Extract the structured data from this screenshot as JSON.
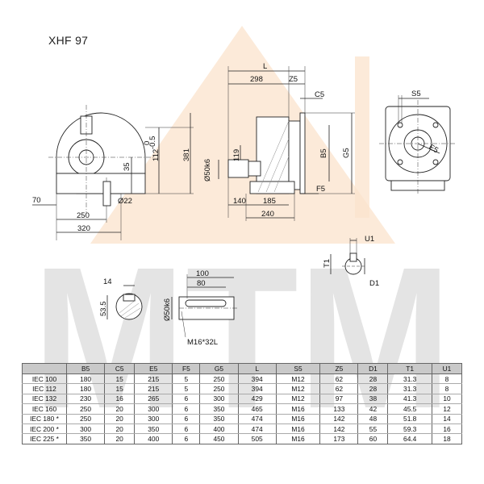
{
  "title": "XHF 97",
  "watermark": {
    "main_text": "MTM",
    "color_triangle": "#f7c99a",
    "color_letters": "#d6d6d6"
  },
  "front_view": {
    "dims": {
      "d70": "70",
      "d250": "250",
      "d320": "320",
      "d22": "Ø22",
      "d35": "35",
      "d112": "112",
      "tol_upper": "0",
      "tol_lower": "-0.5",
      "d381": "381"
    }
  },
  "side_view": {
    "dims": {
      "L": "L",
      "d298": "298",
      "Z5": "Z5",
      "C5": "C5",
      "B5": "B5",
      "G5": "G5",
      "F5": "F5",
      "d50": "Ø50k6",
      "d119": "119",
      "d140": "140",
      "d185": "185",
      "d240": "240"
    }
  },
  "flange_view": {
    "dims": {
      "S5": "S5",
      "E5": "E5"
    }
  },
  "key_view": {
    "dims": {
      "U1": "U1",
      "T1": "T1",
      "D1": "D1"
    }
  },
  "shaft_section": {
    "dims": {
      "d14": "14",
      "d535": "53.5"
    }
  },
  "shaft_view": {
    "dims": {
      "d100": "100",
      "d80": "80",
      "d50": "Ø50k6",
      "thread": "M16*32L"
    }
  },
  "table": {
    "headers": [
      "",
      "B5",
      "C5",
      "E5",
      "F5",
      "G5",
      "L",
      "S5",
      "Z5",
      "D1",
      "T1",
      "U1"
    ],
    "rows": [
      [
        "IEC 100",
        "180",
        "15",
        "215",
        "5",
        "250",
        "394",
        "M12",
        "62",
        "28",
        "31.3",
        "8"
      ],
      [
        "IEC 112",
        "180",
        "15",
        "215",
        "5",
        "250",
        "394",
        "M12",
        "62",
        "28",
        "31.3",
        "8"
      ],
      [
        "IEC 132",
        "230",
        "16",
        "265",
        "6",
        "300",
        "429",
        "M12",
        "97",
        "38",
        "41.3",
        "10"
      ],
      [
        "IEC 160",
        "250",
        "20",
        "300",
        "6",
        "350",
        "465",
        "M16",
        "133",
        "42",
        "45.5",
        "12"
      ],
      [
        "IEC 180 *",
        "250",
        "20",
        "300",
        "6",
        "350",
        "474",
        "M16",
        "142",
        "48",
        "51.8",
        "14"
      ],
      [
        "IEC 200 *",
        "300",
        "20",
        "350",
        "6",
        "400",
        "474",
        "M16",
        "142",
        "55",
        "59.3",
        "16"
      ],
      [
        "IEC 225 *",
        "350",
        "20",
        "400",
        "6",
        "450",
        "505",
        "M16",
        "173",
        "60",
        "64.4",
        "18"
      ]
    ]
  }
}
